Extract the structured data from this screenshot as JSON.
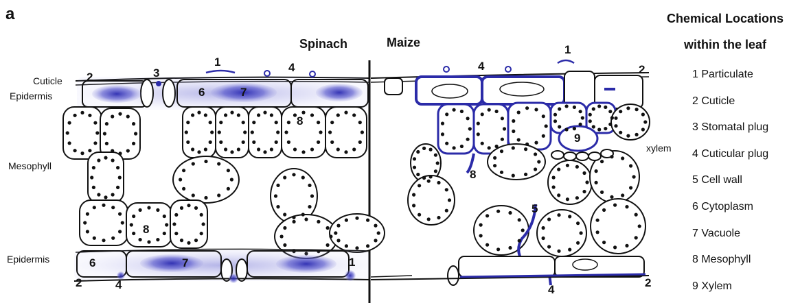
{
  "panel_letter": "a",
  "headers": {
    "left": "Spinach",
    "right": "Maize"
  },
  "tissue_labels": {
    "cuticle": "Cuticle",
    "epidermis_top": "Epidermis",
    "mesophyll": "Mesophyll",
    "epidermis_bottom": "Epidermis",
    "xylem": "xylem"
  },
  "legend": {
    "title_line1": "Chemical Locations",
    "title_line2": "within the leaf",
    "items": [
      "1 Particulate",
      "2 Cuticle",
      "3 Stomatal plug",
      "4 Cuticular plug",
      "5 Cell wall",
      "6 Cytoplasm",
      "7 Vacuole",
      "8 Mesophyll",
      "9 Xylem"
    ]
  },
  "diagram_numbers": {
    "n1a": "1",
    "n2a": "2",
    "n3": "3",
    "n4a": "4",
    "n6a": "6",
    "n7a": "7",
    "n8a": "8",
    "n8b": "8",
    "n6b": "6",
    "n7b": "7",
    "n2b": "2",
    "n4b": "4",
    "n1b": "1",
    "n1c": "1",
    "n4c": "4",
    "n2c": "2",
    "n9": "9",
    "n8c": "8",
    "n5": "5",
    "n4d": "4",
    "n2d": "2"
  },
  "colors": {
    "stain": "#2b2ba8",
    "outline": "#111111",
    "background": "#ffffff"
  }
}
